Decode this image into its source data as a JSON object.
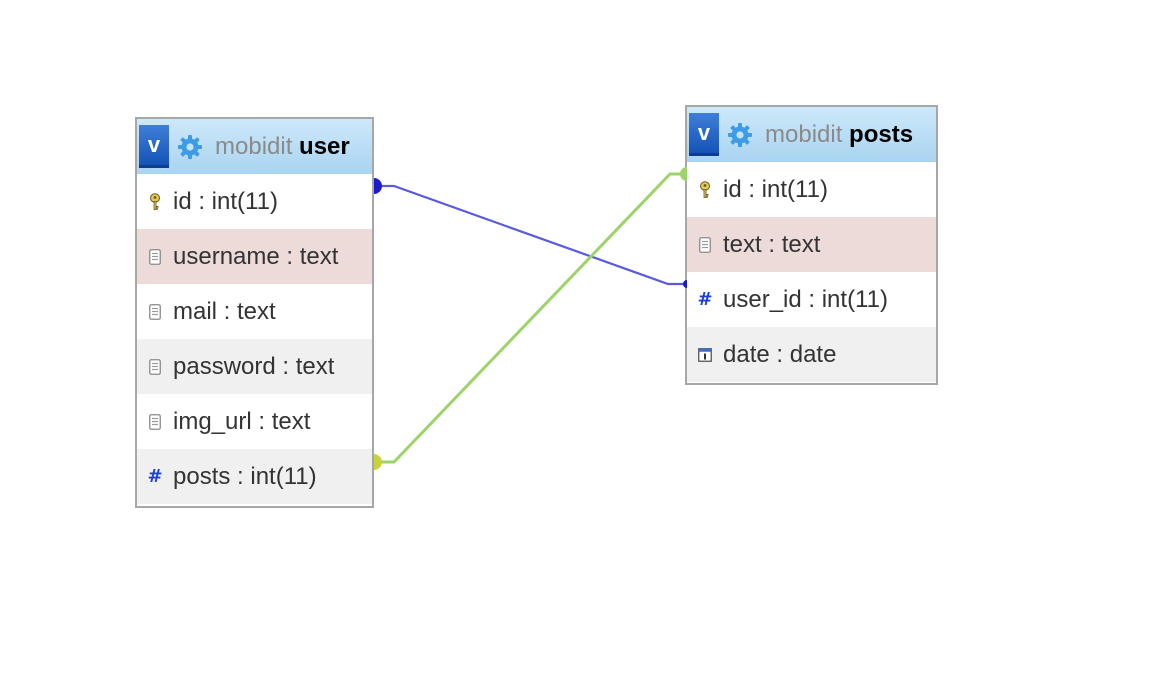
{
  "tables": {
    "user": {
      "toggle_label": "v",
      "db": "mobidit",
      "name": "user",
      "fields": [
        {
          "label": "id : int(11)",
          "icon": "primary-key-icon"
        },
        {
          "label": "username : text",
          "icon": "text-field-icon"
        },
        {
          "label": "mail : text",
          "icon": "text-field-icon"
        },
        {
          "label": "password : text",
          "icon": "text-field-icon"
        },
        {
          "label": "img_url : text",
          "icon": "text-field-icon"
        },
        {
          "label": "posts : int(11)",
          "icon": "numeric-field-icon"
        }
      ]
    },
    "posts": {
      "toggle_label": "v",
      "db": "mobidit",
      "name": "posts",
      "fields": [
        {
          "label": "id : int(11)",
          "icon": "primary-key-icon"
        },
        {
          "label": "text : text",
          "icon": "text-field-icon"
        },
        {
          "label": "user_id : int(11)",
          "icon": "numeric-field-icon"
        },
        {
          "label": "date : date",
          "icon": "date-field-icon"
        }
      ]
    }
  },
  "relations": [
    {
      "from": "user.id",
      "to": "posts.user_id",
      "color": "#5a5adc",
      "endpoint_color": "#1a1acc"
    },
    {
      "from": "user.posts",
      "to": "posts.id",
      "color": "#9cd46a",
      "endpoint_color": "#c8d23a"
    }
  ],
  "icons": {
    "numeric_glyph": "#"
  },
  "colors": {
    "header_gradient_top": "#cde8f9",
    "header_gradient_bottom": "#a9d4f1",
    "highlight_row": "#ecdbd9",
    "alt_row": "#f0f0f0",
    "border": "#a7a7a7",
    "toggle_button": "#1f5fc4"
  }
}
